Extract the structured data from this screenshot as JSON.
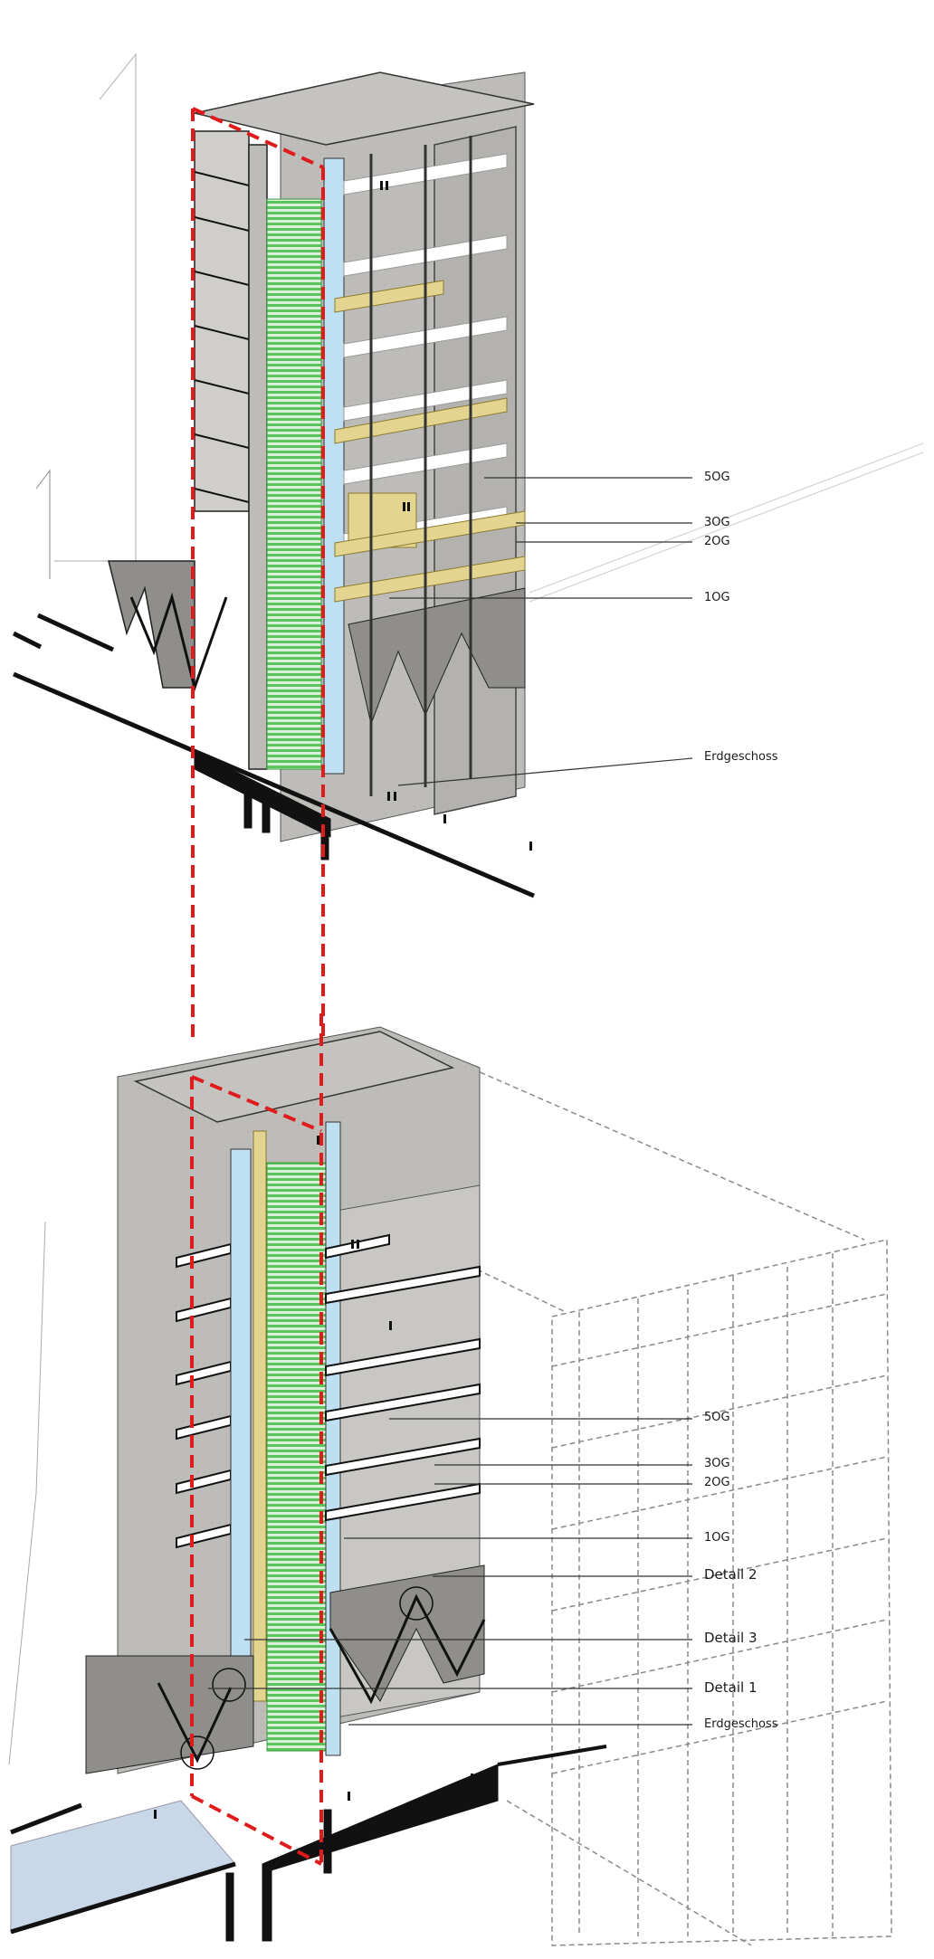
{
  "colors": {
    "concrete": "#bdbcb8",
    "concrete_dark": "#8f8e8a",
    "section_red": "#e01b1b",
    "greenery": "#5cc45c",
    "glass": "#bfe0f2",
    "timber": "#e3d48f",
    "ground": "#111111",
    "wireframe": "#8a8a8a",
    "water": "#c9d8e8"
  },
  "upper_axonometric": {
    "labels": [
      {
        "id": "5og",
        "text": "5OG"
      },
      {
        "id": "3og",
        "text": "3OG"
      },
      {
        "id": "2og",
        "text": "2OG"
      },
      {
        "id": "1og",
        "text": "1OG"
      },
      {
        "id": "eg",
        "text": "Erdgeschoss"
      }
    ]
  },
  "lower_axonometric": {
    "labels": [
      {
        "id": "5og",
        "text": "5OG"
      },
      {
        "id": "3og",
        "text": "3OG"
      },
      {
        "id": "2og",
        "text": "2OG"
      },
      {
        "id": "1og",
        "text": "1OG"
      },
      {
        "id": "detail2",
        "text": "Detail 2"
      },
      {
        "id": "detail3",
        "text": "Detail 3"
      },
      {
        "id": "detail1",
        "text": "Detail 1"
      },
      {
        "id": "eg",
        "text": "Erdgeschoss"
      }
    ]
  }
}
